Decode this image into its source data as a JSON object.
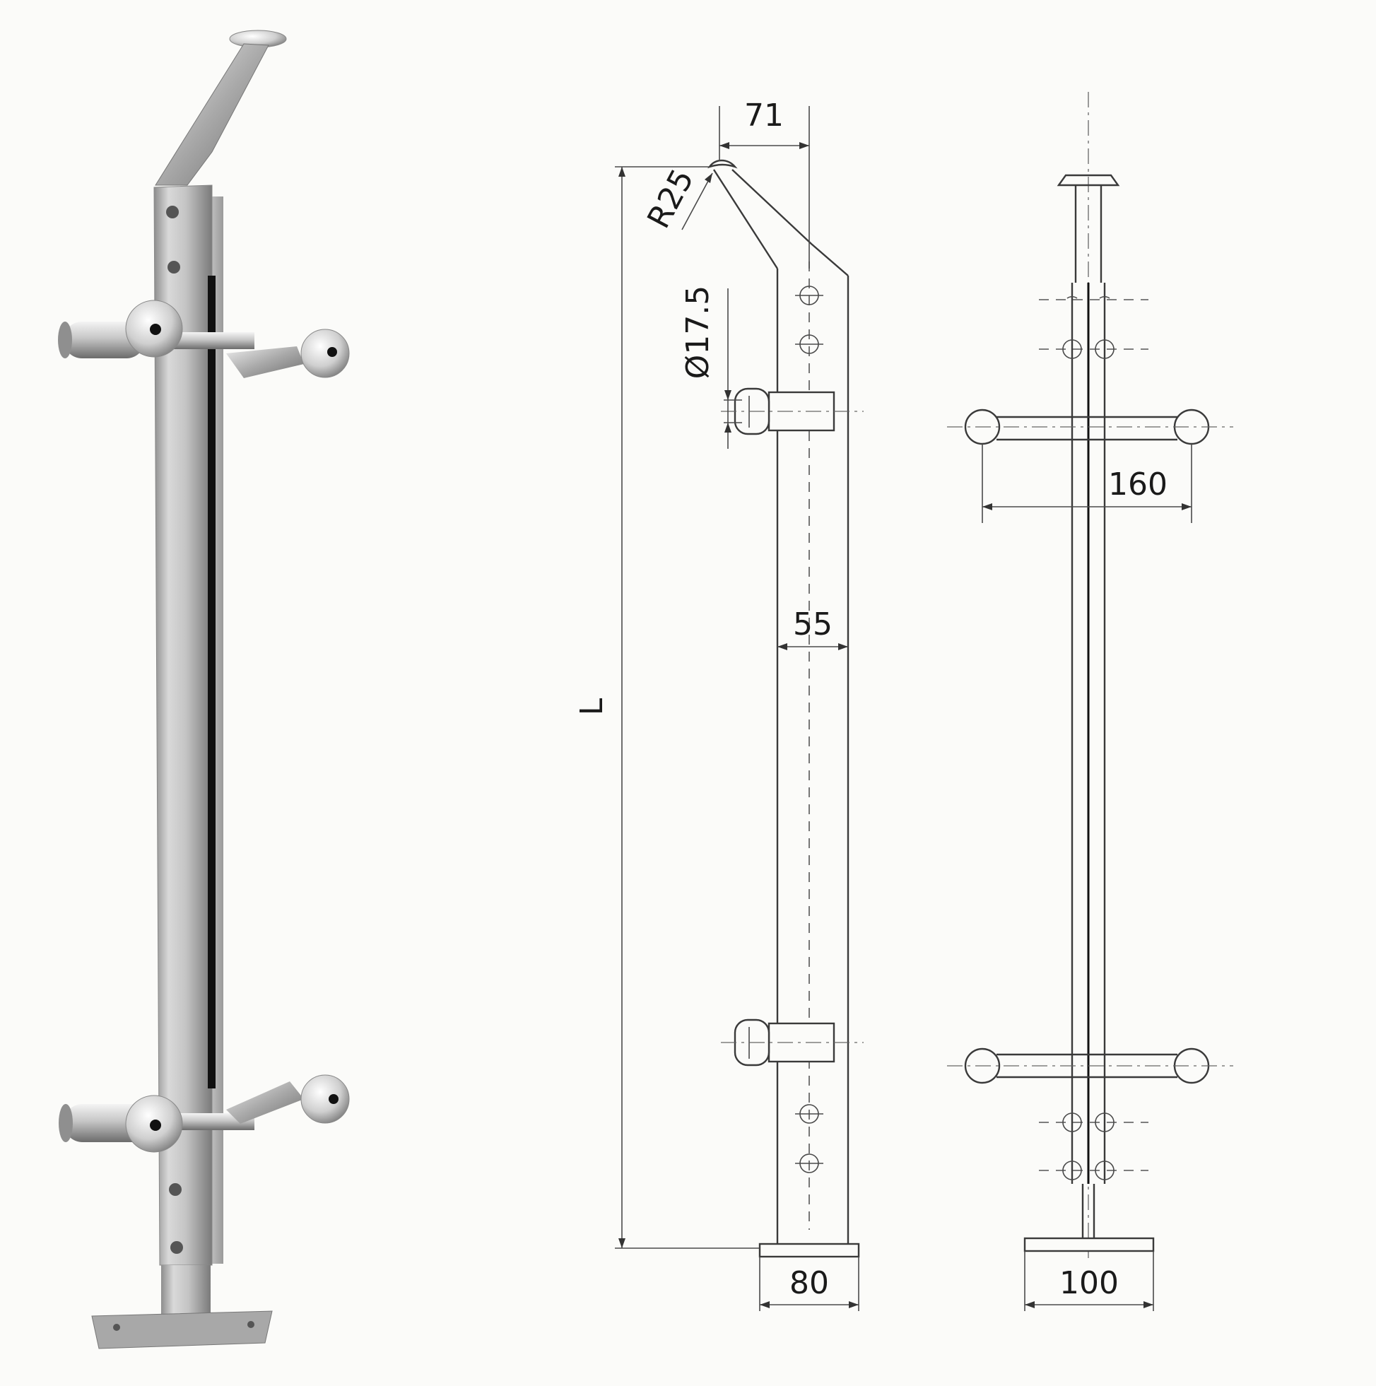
{
  "product_photo": {
    "alt": "stainless steel glass railing post with clamps"
  },
  "side_view": {
    "dim_top_offset": "71",
    "dim_radius": "R25",
    "dim_hole_diameter": "Ø17.5",
    "dim_width": "55",
    "dim_length": "L",
    "dim_base": "80"
  },
  "front_view": {
    "dim_clamp_span": "160",
    "dim_base": "100"
  },
  "colors": {
    "steel_light": "#e8e8e8",
    "steel_mid": "#b9b9b9",
    "steel_dark": "#6f6f6f",
    "slot": "#111111",
    "drawing": "#3a3a3a"
  }
}
